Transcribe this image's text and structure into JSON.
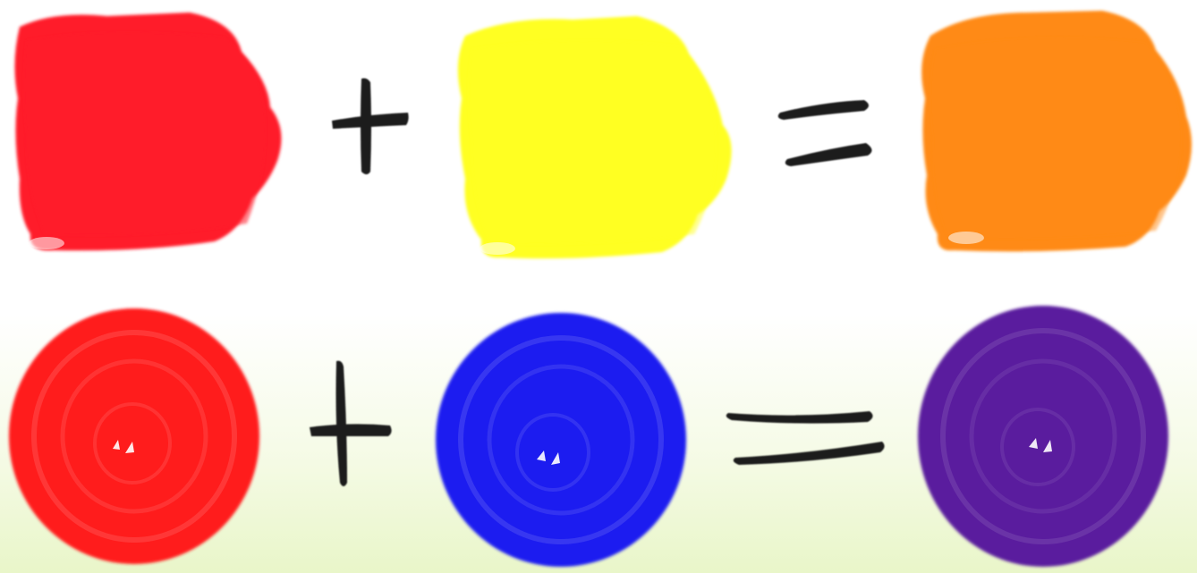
{
  "rows": [
    {
      "shape": "square-scribble",
      "inputs": [
        {
          "name": "red",
          "color": "#ff1f2a"
        },
        {
          "name": "yellow",
          "color": "#ffff22"
        }
      ],
      "operator_1": "plus",
      "operator_2": "equals",
      "result": {
        "name": "orange",
        "color": "#ff8a12"
      }
    },
    {
      "shape": "circle-scribble",
      "inputs": [
        {
          "name": "red",
          "color": "#ff1a1e"
        },
        {
          "name": "blue",
          "color": "#1a1ff0"
        }
      ],
      "operator_1": "plus",
      "operator_2": "equals",
      "result": {
        "name": "purple",
        "color": "#5a1f9e"
      }
    }
  ],
  "stroke_color": "#1a1a1a",
  "background_bottom_tint": "#e9f6c9"
}
